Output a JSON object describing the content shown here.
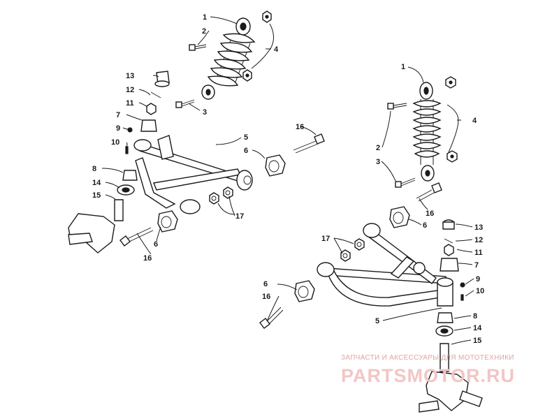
{
  "labels": {
    "l1a": "1",
    "l2a": "2",
    "l3a": "3",
    "l4a": "4",
    "l5a": "5",
    "l6a": "6",
    "l6b": "6",
    "l7a": "7",
    "l8a": "8",
    "l9a": "9",
    "l10a": "10",
    "l11a": "11",
    "l12a": "12",
    "l13a": "13",
    "l14a": "14",
    "l15a": "15",
    "l16a": "16",
    "l16b": "16",
    "l17a": "17",
    "r1": "1",
    "r2": "2",
    "r3": "3",
    "r4": "4",
    "r5": "5",
    "r6a": "6",
    "r6b": "6",
    "r7": "7",
    "r8": "8",
    "r9": "9",
    "r10": "10",
    "r11": "11",
    "r12": "12",
    "r13": "13",
    "r14": "14",
    "r15": "15",
    "r16a": "16",
    "r16b": "16",
    "r17": "17"
  },
  "watermark": {
    "tagline": "ЗАПЧАСТИ И АКСЕССУАРЫ ДЛЯ МОТОТЕХНИКИ",
    "brand": "PARTSMOTOR.RU",
    "color": "#f2c6c6"
  }
}
